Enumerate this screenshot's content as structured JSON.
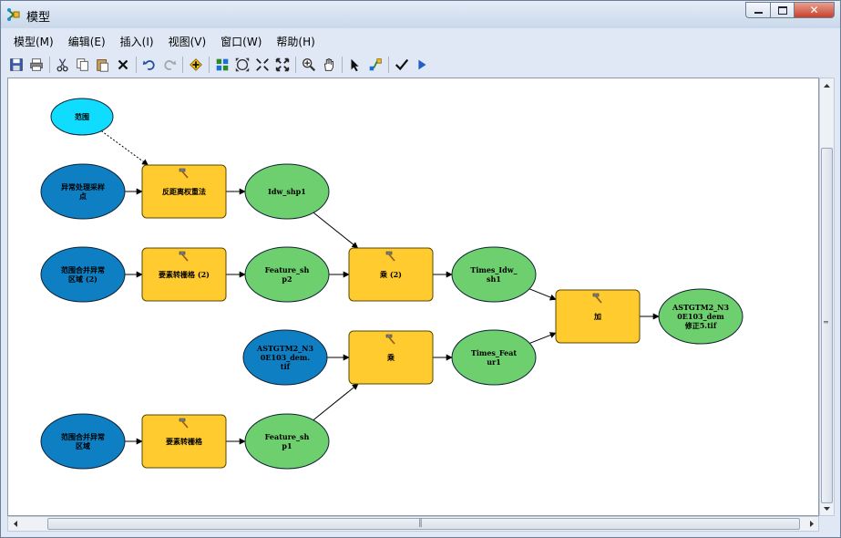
{
  "window": {
    "title": "模型"
  },
  "menu": [
    "模型(M)",
    "编辑(E)",
    "插入(I)",
    "视图(V)",
    "窗口(W)",
    "帮助(H)"
  ],
  "toolbar": [
    "save-icon",
    "print-icon",
    "sep",
    "cut-icon",
    "copy-icon",
    "paste-icon",
    "delete-icon",
    "sep",
    "undo-icon",
    "redo-icon",
    "sep",
    "add-data-icon",
    "sep",
    "auto-layout-icon",
    "full-extent-icon",
    "fixed-zoom-in-icon",
    "fixed-zoom-out-icon",
    "sep",
    "zoom-in-icon",
    "pan-icon",
    "sep",
    "select-icon",
    "connect-icon",
    "sep",
    "validate-icon",
    "run-icon"
  ],
  "colors": {
    "blue": "#0f7fc4",
    "cyan": "#0fdcff",
    "green": "#6dcf6d",
    "yellow": "#ffcb2e"
  },
  "model": {
    "nodes": [
      {
        "id": "range",
        "kind": "ellipse",
        "fill": "cyan",
        "lines": [
          "范围"
        ]
      },
      {
        "id": "abn-points",
        "kind": "ellipse",
        "fill": "blue",
        "lines": [
          "异常处理采样",
          "点"
        ]
      },
      {
        "id": "range-merge-2",
        "kind": "ellipse",
        "fill": "blue",
        "lines": [
          "范围合并异常",
          "区域 (2)"
        ]
      },
      {
        "id": "range-merge",
        "kind": "ellipse",
        "fill": "blue",
        "lines": [
          "范围合并异常",
          "区域"
        ]
      },
      {
        "id": "astgtm-in",
        "kind": "ellipse",
        "fill": "blue",
        "lines": [
          "ASTGTM2_N3",
          "0E103_dem.",
          "tif"
        ]
      },
      {
        "id": "idw-tool",
        "kind": "tool",
        "lines": [
          "反距离权重法"
        ]
      },
      {
        "id": "f2r-2-tool",
        "kind": "tool",
        "lines": [
          "要素转栅格 (2)"
        ]
      },
      {
        "id": "f2r-tool",
        "kind": "tool",
        "lines": [
          "要素转栅格"
        ]
      },
      {
        "id": "times-2-tool",
        "kind": "tool",
        "lines": [
          "乘 (2)"
        ]
      },
      {
        "id": "times-tool",
        "kind": "tool",
        "lines": [
          "乘"
        ]
      },
      {
        "id": "plus-tool",
        "kind": "tool",
        "lines": [
          "加"
        ]
      },
      {
        "id": "idw-shp1",
        "kind": "ellipse",
        "fill": "green",
        "lines": [
          "Idw_shp1"
        ]
      },
      {
        "id": "feature-shp2",
        "kind": "ellipse",
        "fill": "green",
        "lines": [
          "Feature_sh",
          "p2"
        ]
      },
      {
        "id": "feature-shp1",
        "kind": "ellipse",
        "fill": "green",
        "lines": [
          "Feature_sh",
          "p1"
        ]
      },
      {
        "id": "times-idw",
        "kind": "ellipse",
        "fill": "green",
        "lines": [
          "Times_Idw_",
          "sh1"
        ]
      },
      {
        "id": "times-feat",
        "kind": "ellipse",
        "fill": "green",
        "lines": [
          "Times_Feat",
          "ur1"
        ]
      },
      {
        "id": "astgtm-out",
        "kind": "ellipse",
        "fill": "green",
        "lines": [
          "ASTGTM2_N3",
          "0E103_dem",
          "修正5.tif"
        ]
      }
    ],
    "edges": [
      {
        "from": "range",
        "to": "idw-tool",
        "style": "dashed"
      },
      {
        "from": "abn-points",
        "to": "idw-tool",
        "style": "solid"
      },
      {
        "from": "idw-tool",
        "to": "idw-shp1",
        "style": "solid"
      },
      {
        "from": "range-merge-2",
        "to": "f2r-2-tool",
        "style": "solid"
      },
      {
        "from": "f2r-2-tool",
        "to": "feature-shp2",
        "style": "solid"
      },
      {
        "from": "idw-shp1",
        "to": "times-2-tool",
        "style": "solid"
      },
      {
        "from": "feature-shp2",
        "to": "times-2-tool",
        "style": "solid"
      },
      {
        "from": "times-2-tool",
        "to": "times-idw",
        "style": "solid"
      },
      {
        "from": "range-merge",
        "to": "f2r-tool",
        "style": "solid"
      },
      {
        "from": "f2r-tool",
        "to": "feature-shp1",
        "style": "solid"
      },
      {
        "from": "astgtm-in",
        "to": "times-tool",
        "style": "solid"
      },
      {
        "from": "feature-shp1",
        "to": "times-tool",
        "style": "solid"
      },
      {
        "from": "times-tool",
        "to": "times-feat",
        "style": "solid"
      },
      {
        "from": "times-idw",
        "to": "plus-tool",
        "style": "solid"
      },
      {
        "from": "times-feat",
        "to": "plus-tool",
        "style": "solid"
      },
      {
        "from": "plus-tool",
        "to": "astgtm-out",
        "style": "solid"
      }
    ]
  }
}
